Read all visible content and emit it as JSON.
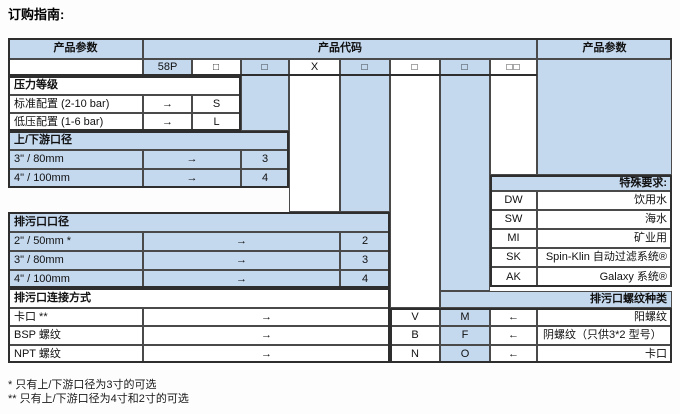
{
  "title": "订购指南:",
  "colors": {
    "highlight_blue": "#c4d8ee",
    "border": "#4a4a4a",
    "text": "#1a1a1a"
  },
  "glyphs": {
    "box": "□",
    "box2": "□□",
    "arrow_right": "→",
    "arrow_left": "←"
  },
  "header": {
    "left": "产品参数",
    "center": "产品代码",
    "right": "产品参数"
  },
  "code_row": {
    "base": "58P",
    "x": "X"
  },
  "pressure": {
    "title": "压力等级",
    "rows": [
      {
        "label": "标准配置 (2-10 bar)",
        "code": "S"
      },
      {
        "label": "低压配置 (1-6 bar)",
        "code": "L"
      }
    ]
  },
  "flange": {
    "title": "上/下游口径",
    "rows": [
      {
        "label": "3\" / 80mm",
        "code": "3"
      },
      {
        "label": "4\" / 100mm",
        "code": "4"
      }
    ]
  },
  "drain": {
    "title": "排污口口径",
    "rows": [
      {
        "label": "2\" / 50mm *",
        "code": "2"
      },
      {
        "label": "3\" / 80mm",
        "code": "3"
      },
      {
        "label": "4\" / 100mm",
        "code": "4"
      }
    ]
  },
  "connection": {
    "title": "排污口连接方式",
    "rows": [
      {
        "label": "卡口 **",
        "code_a": "V",
        "code_b": "M",
        "thread_label": "阳螺纹"
      },
      {
        "label": "BSP 螺纹",
        "code_a": "B",
        "code_b": "F",
        "thread_label": "阴螺纹（只供3*2 型号）"
      },
      {
        "label": "NPT 螺纹",
        "code_a": "N",
        "code_b": "O",
        "thread_label": "卡口"
      }
    ]
  },
  "thread_header": "排污口螺纹种类",
  "special": {
    "title": "特殊要求:",
    "rows": [
      {
        "code": "DW",
        "label": "饮用水"
      },
      {
        "code": "SW",
        "label": "海水"
      },
      {
        "code": "MI",
        "label": "矿业用"
      },
      {
        "code": "SK",
        "label": "Spin-Klin 自动过滤系统®"
      },
      {
        "code": "AK",
        "label": "Galaxy 系统®"
      }
    ]
  },
  "footnotes": [
    "*  只有上/下游口径为3寸的可选",
    "** 只有上/下游口径为4寸和2寸的可选"
  ]
}
